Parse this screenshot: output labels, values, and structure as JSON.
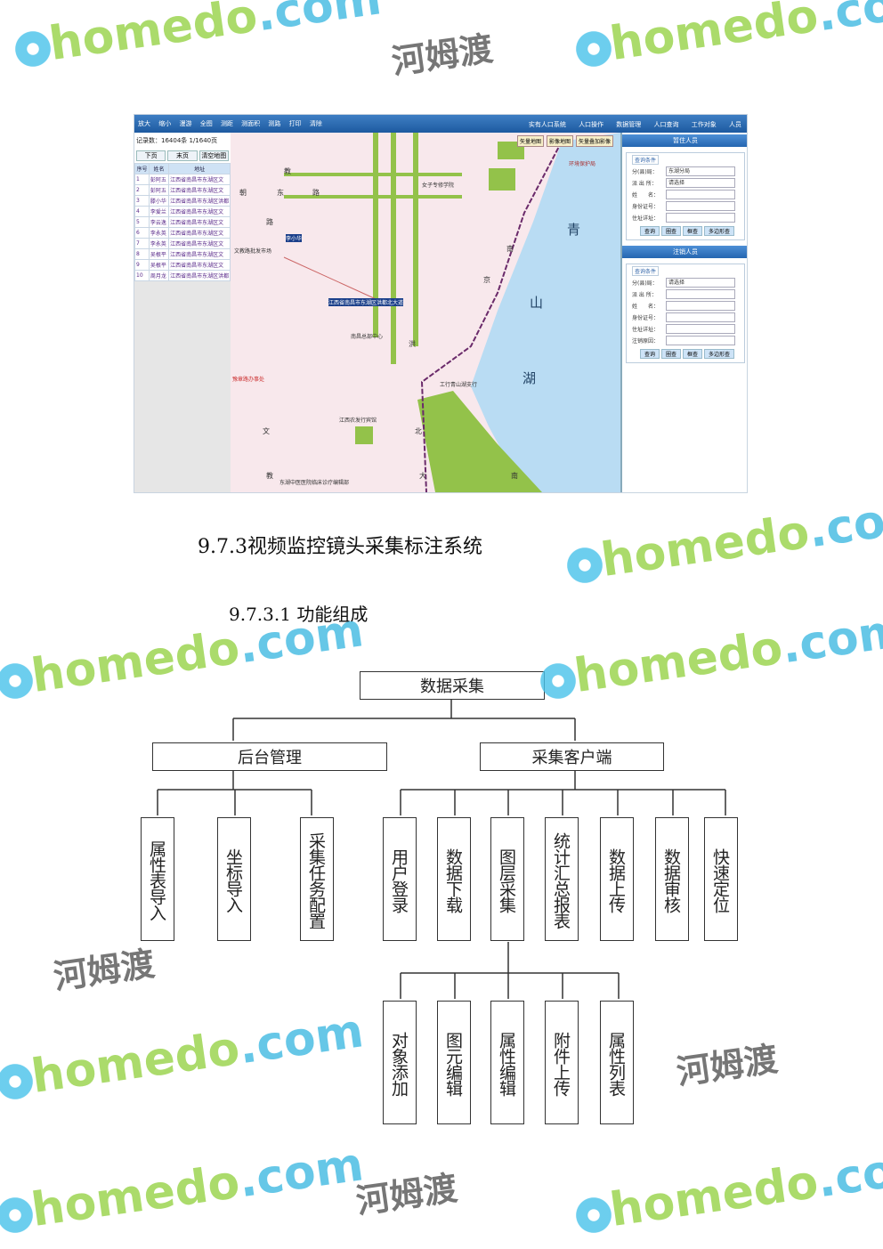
{
  "screenshot": {
    "toolbar": [
      "放大",
      "缩小",
      "漫游",
      "全图",
      "测距",
      "测面积",
      "测路",
      "打印",
      "清除"
    ],
    "nav": [
      "实有人口系统",
      "人口操作",
      "数据管理",
      "人口查询",
      "工作对象",
      "人员"
    ],
    "left": {
      "record": "记录数：16404条 1/1640页",
      "buttons": [
        "下页",
        "末页",
        "清空地图"
      ],
      "headers": [
        "序号",
        "姓名",
        "地址"
      ],
      "rows": [
        [
          "1",
          "彭阿五",
          "江西省南昌市东湖区文"
        ],
        [
          "2",
          "彭阿五",
          "江西省南昌市东湖区文"
        ],
        [
          "3",
          "滕小华",
          "江西省南昌市东湖区洪都"
        ],
        [
          "4",
          "李爱兰",
          "江西省南昌市东湖区文"
        ],
        [
          "5",
          "李云逸",
          "江西省南昌市东湖区文"
        ],
        [
          "6",
          "李永英",
          "江西省南昌市东湖区文"
        ],
        [
          "7",
          "李永英",
          "江西省南昌市东湖区文"
        ],
        [
          "8",
          "吴根平",
          "江西省南昌市东湖区文"
        ],
        [
          "9",
          "吴根平",
          "江西省南昌市东湖区文"
        ],
        [
          "10",
          "周月龙",
          "江西省南昌市东湖区洪都"
        ]
      ]
    },
    "map": {
      "buttons": [
        "矢量地图",
        "影像地图",
        "矢量叠加影像"
      ],
      "labels": [
        "教",
        "朝",
        "东",
        "路",
        "路",
        "青",
        "山",
        "湖",
        "南",
        "京",
        "洪",
        "北",
        "文",
        "教",
        "大",
        "南",
        "女子专修学院",
        "环境保护局",
        "文教路批发市场",
        "江西省南昌市东湖区洪都北大道",
        "南昌总部中心",
        "工行青山湖支行",
        "江西农发行宾馆",
        "豫章路办事处",
        "东湖中医医院临床诊疗编辑部",
        "李小华"
      ]
    },
    "right": {
      "panel1": {
        "title": "暂住人员",
        "legend": "查询条件",
        "fields": [
          [
            "分(县)局：",
            "东湖分局"
          ],
          [
            "派 出 所：",
            "请选择"
          ],
          [
            "姓　　名：",
            ""
          ],
          [
            "身份证号：",
            ""
          ],
          [
            "住址详址：",
            ""
          ]
        ],
        "buttons": [
          "查询",
          "圈查",
          "框查",
          "多边形查"
        ]
      },
      "panel2": {
        "title": "注销人员",
        "legend": "查询条件",
        "fields": [
          [
            "分(县)局：",
            "请选择"
          ],
          [
            "派 出 所：",
            ""
          ],
          [
            "姓　　名：",
            ""
          ],
          [
            "身份证号：",
            ""
          ],
          [
            "住址详址：",
            ""
          ],
          [
            "注销原因：",
            ""
          ]
        ],
        "buttons": [
          "查询",
          "圈查",
          "框查",
          "多边形查"
        ]
      }
    }
  },
  "heading1": "9.7.3视频监控镜头采集标注系统",
  "heading2": "9.7.3.1 功能组成",
  "diagram": {
    "root": "数据采集",
    "level1": [
      "后台管理",
      "采集客户端"
    ],
    "backend": [
      "属性表导入",
      "坐标导入",
      "采集任务配置"
    ],
    "client": [
      "用户登录",
      "数据下载",
      "图层采集",
      "统计汇总报表",
      "数据上传",
      "数据审核",
      "快速定位"
    ],
    "layer": [
      "对象添加",
      "图元编辑",
      "属性编辑",
      "附件上传",
      "属性列表"
    ]
  },
  "watermark": {
    "en_a": "home",
    "en_b": "do",
    "en_c": ".com",
    "cn": "河姆渡"
  }
}
